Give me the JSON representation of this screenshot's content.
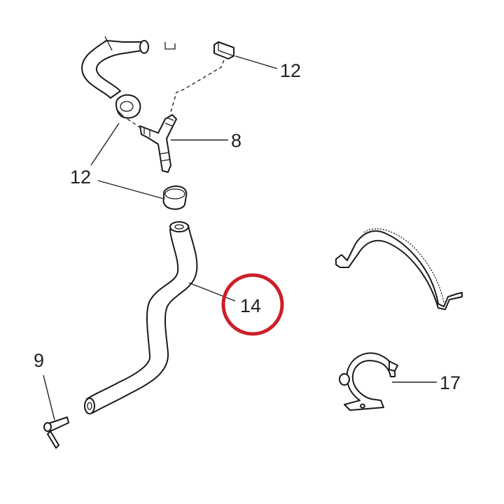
{
  "callouts": {
    "c12_top": "12",
    "c8": "8",
    "c12_left": "12",
    "c14": "14",
    "c17": "17",
    "c9_partial": "9"
  },
  "colors": {
    "highlight": "#cc1f2a",
    "line": "#1a1a1a"
  }
}
